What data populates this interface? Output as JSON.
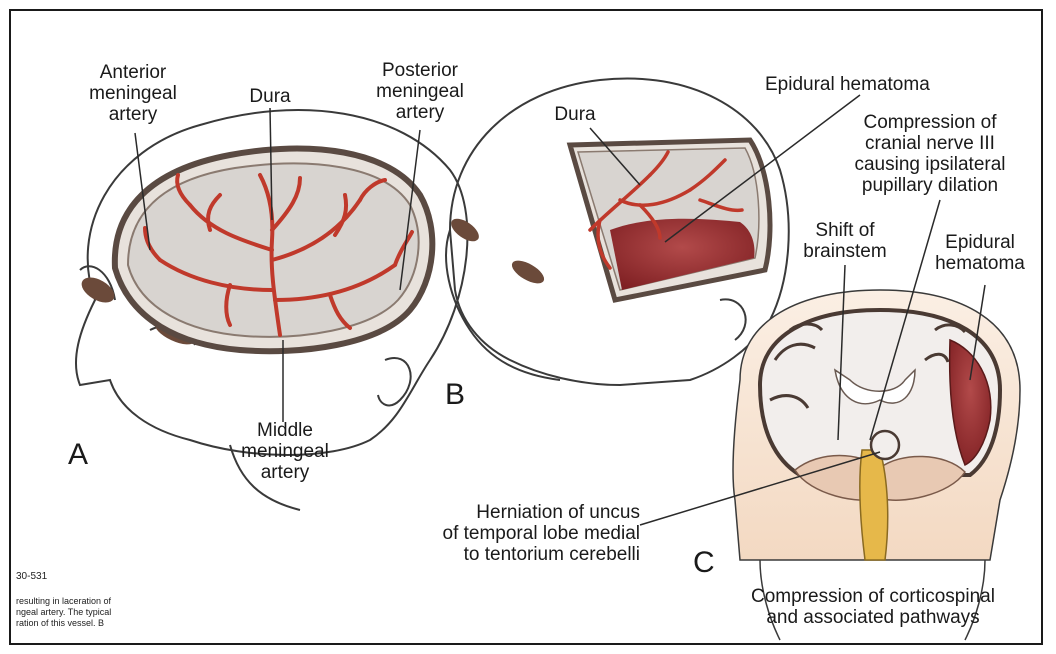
{
  "panels": {
    "a": {
      "letter": "A",
      "labels": {
        "anterior": "Anterior\nmeningeal\nartery",
        "dura": "Dura",
        "posterior": "Posterior\nmeningeal\nartery",
        "middle": "Middle\nmeningeal\nartery"
      }
    },
    "b": {
      "letter": "B",
      "labels": {
        "dura": "Dura",
        "epidural": "Epidural hematoma",
        "compression_cn3": "Compression of\ncranial nerve III\ncausing ipsilateral\npupillary dilation"
      }
    },
    "c": {
      "letter": "C",
      "labels": {
        "shift": "Shift of\nbrainstem",
        "epidural": "Epidural\nhematoma",
        "herniation": "Herniation of uncus\nof temporal lobe medial\nto tentorium cerebelli",
        "corticospinal": "Compression of corticospinal\nand associated pathways"
      }
    }
  },
  "caption": {
    "page_ref": "30-531",
    "text": "resulting in laceration of\nngeal artery. The typical\nration of this vessel. B"
  },
  "colors": {
    "artery": "#c0392b",
    "hematoma": "#9e2a2b",
    "dura_fill": "#d8d4d0",
    "skin_outline": "#3a3a3a"
  }
}
